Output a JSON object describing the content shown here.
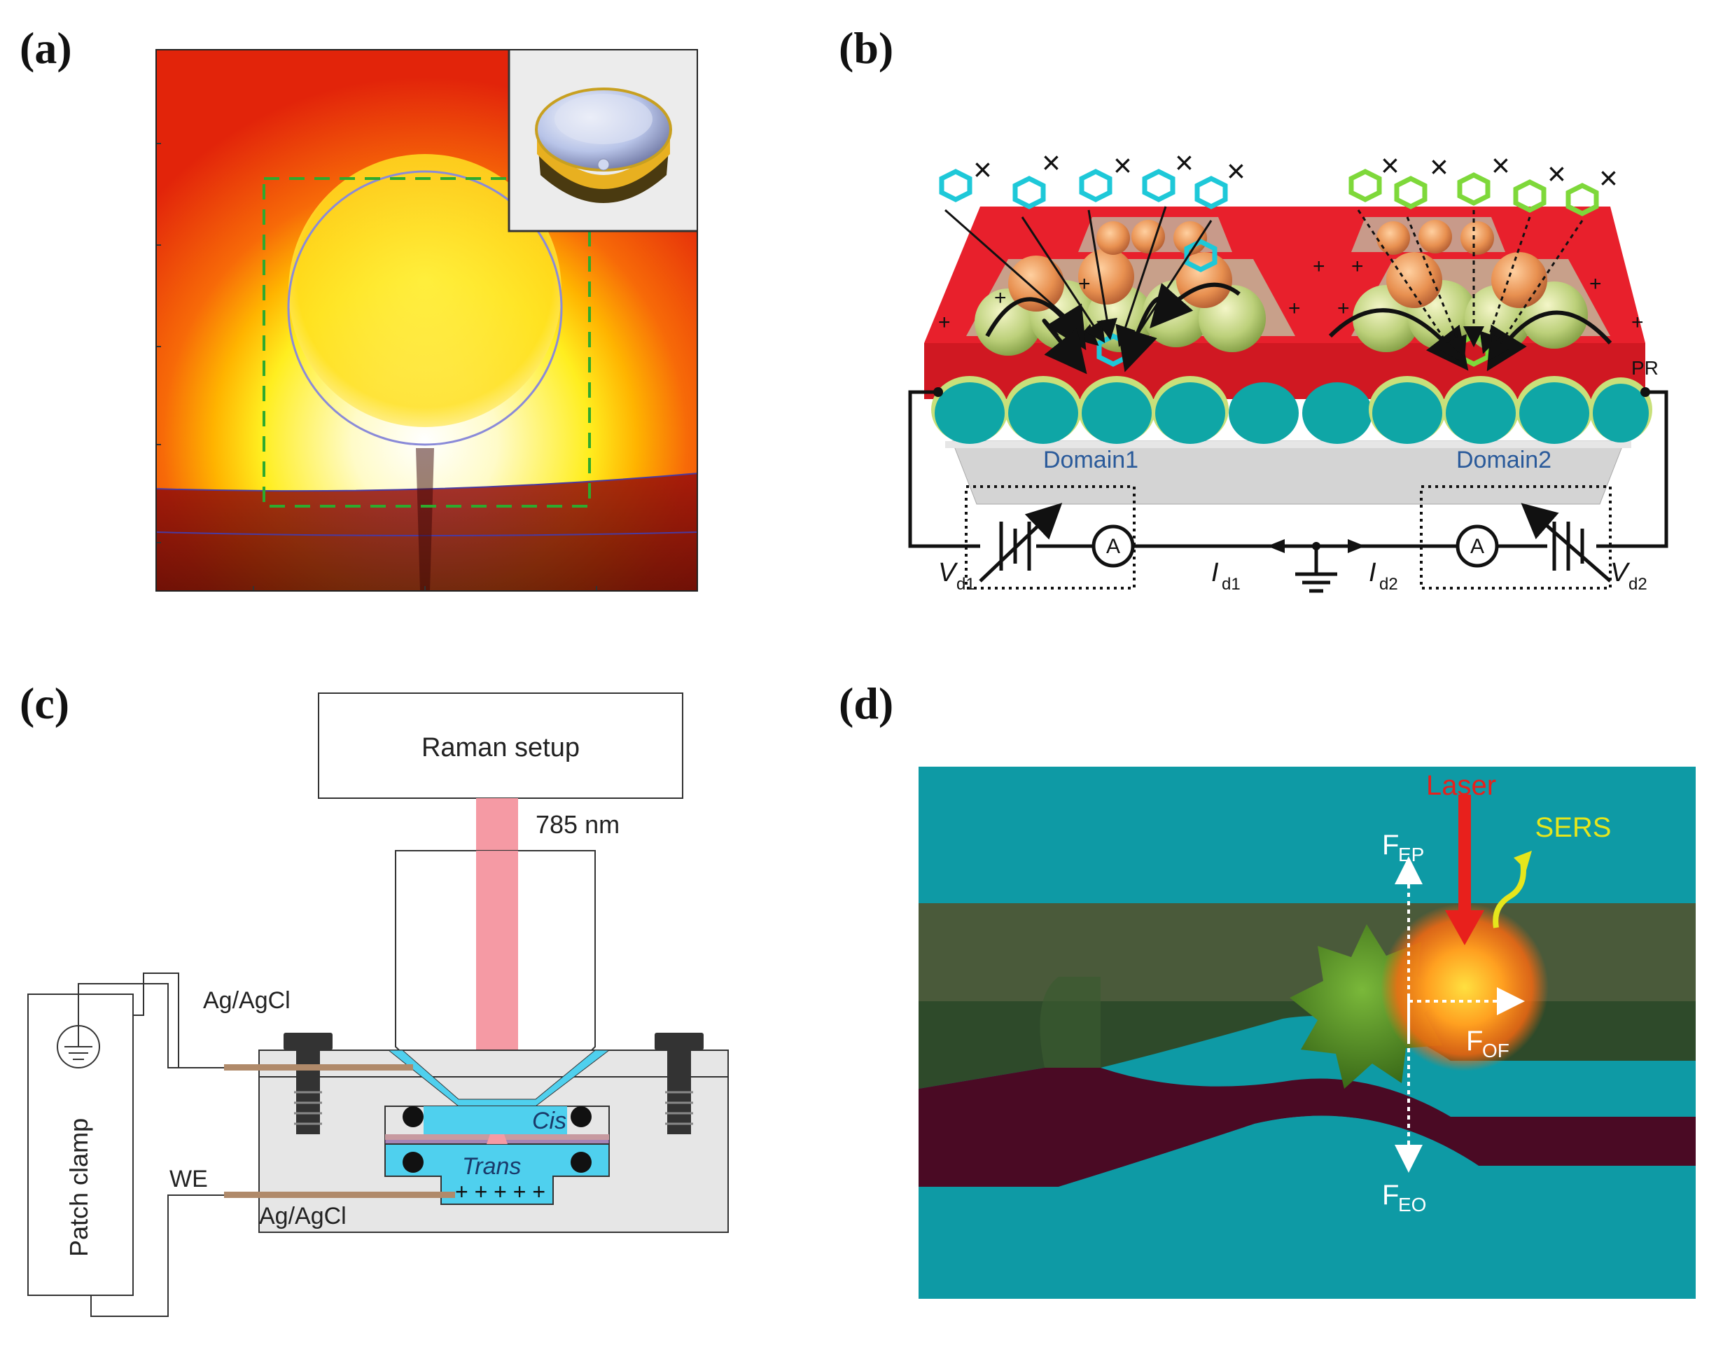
{
  "panels": {
    "a": {
      "label": "(a)"
    },
    "b": {
      "label": "(b)",
      "pr": "PR",
      "domain1": "Domain1",
      "domain2": "Domain2",
      "ammeter": "A",
      "plus": "+",
      "cross": "×",
      "vd1": "V",
      "vd1_sub": "d1",
      "vd2": "V",
      "vd2_sub": "d2",
      "id1": "I",
      "id1_sub": "d1",
      "id2": "I",
      "id2_sub": "d2"
    },
    "c": {
      "label": "(c)",
      "raman": "Raman setup",
      "wavelength": "785 nm",
      "agagcl_top": "Ag/AgCl",
      "agagcl_bottom": "Ag/AgCl",
      "we": "WE",
      "patch_clamp": "Patch clamp",
      "cis": "Cis",
      "trans": "Trans",
      "plus_row": "+ + + + +"
    },
    "d": {
      "label": "(d)",
      "laser": "Laser",
      "sers": "SERS",
      "fep": "F",
      "fep_sub": "EP",
      "fof": "F",
      "fof_sub": "OF",
      "feo": "F",
      "feo_sub": "EO"
    }
  },
  "colors": {
    "heat_red": "#e8240a",
    "heat_yellow": "#ffee20",
    "cyan_molecule": "#1ec8d8",
    "green_molecule": "#7ed83a",
    "pr_red": "#e8202c",
    "teal_bead": "#0fa6a6",
    "laser_red": "#e8201c",
    "sers_yellow": "#e6e61c",
    "water_teal": "#0e9aa5",
    "raman_beam": "#f59aa4",
    "electrolyte_blue": "#4fd0ee"
  }
}
